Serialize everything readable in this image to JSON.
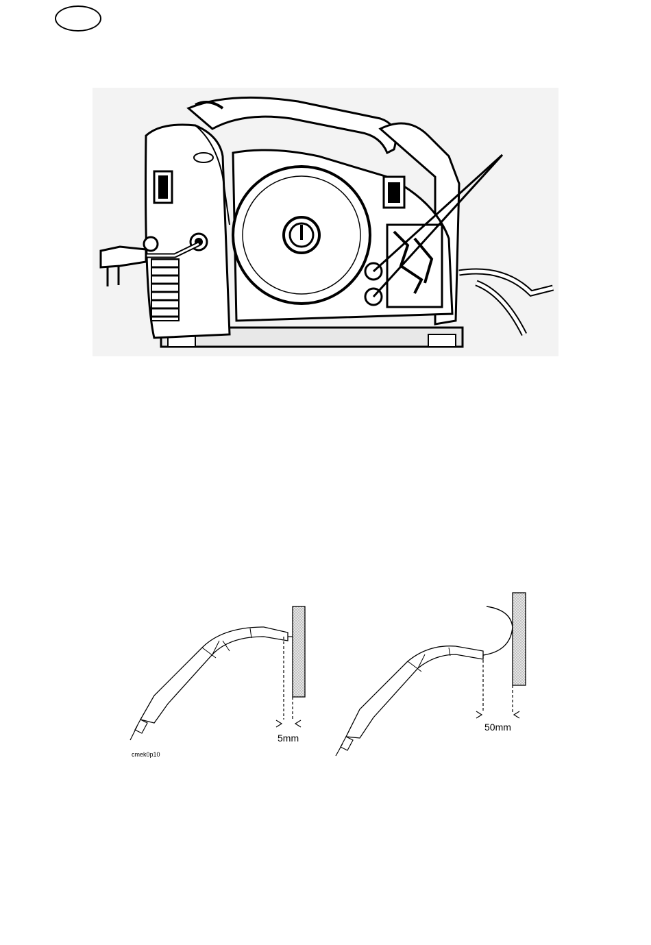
{
  "page": {
    "language_badge": ""
  },
  "figure_bottom": {
    "left_dimension": "5mm",
    "right_dimension": "50mm",
    "figure_code": "cmek0p10"
  },
  "colors": {
    "line": "#000000",
    "shade": "#e6e6e6",
    "hatch": "#8a8a8a"
  }
}
